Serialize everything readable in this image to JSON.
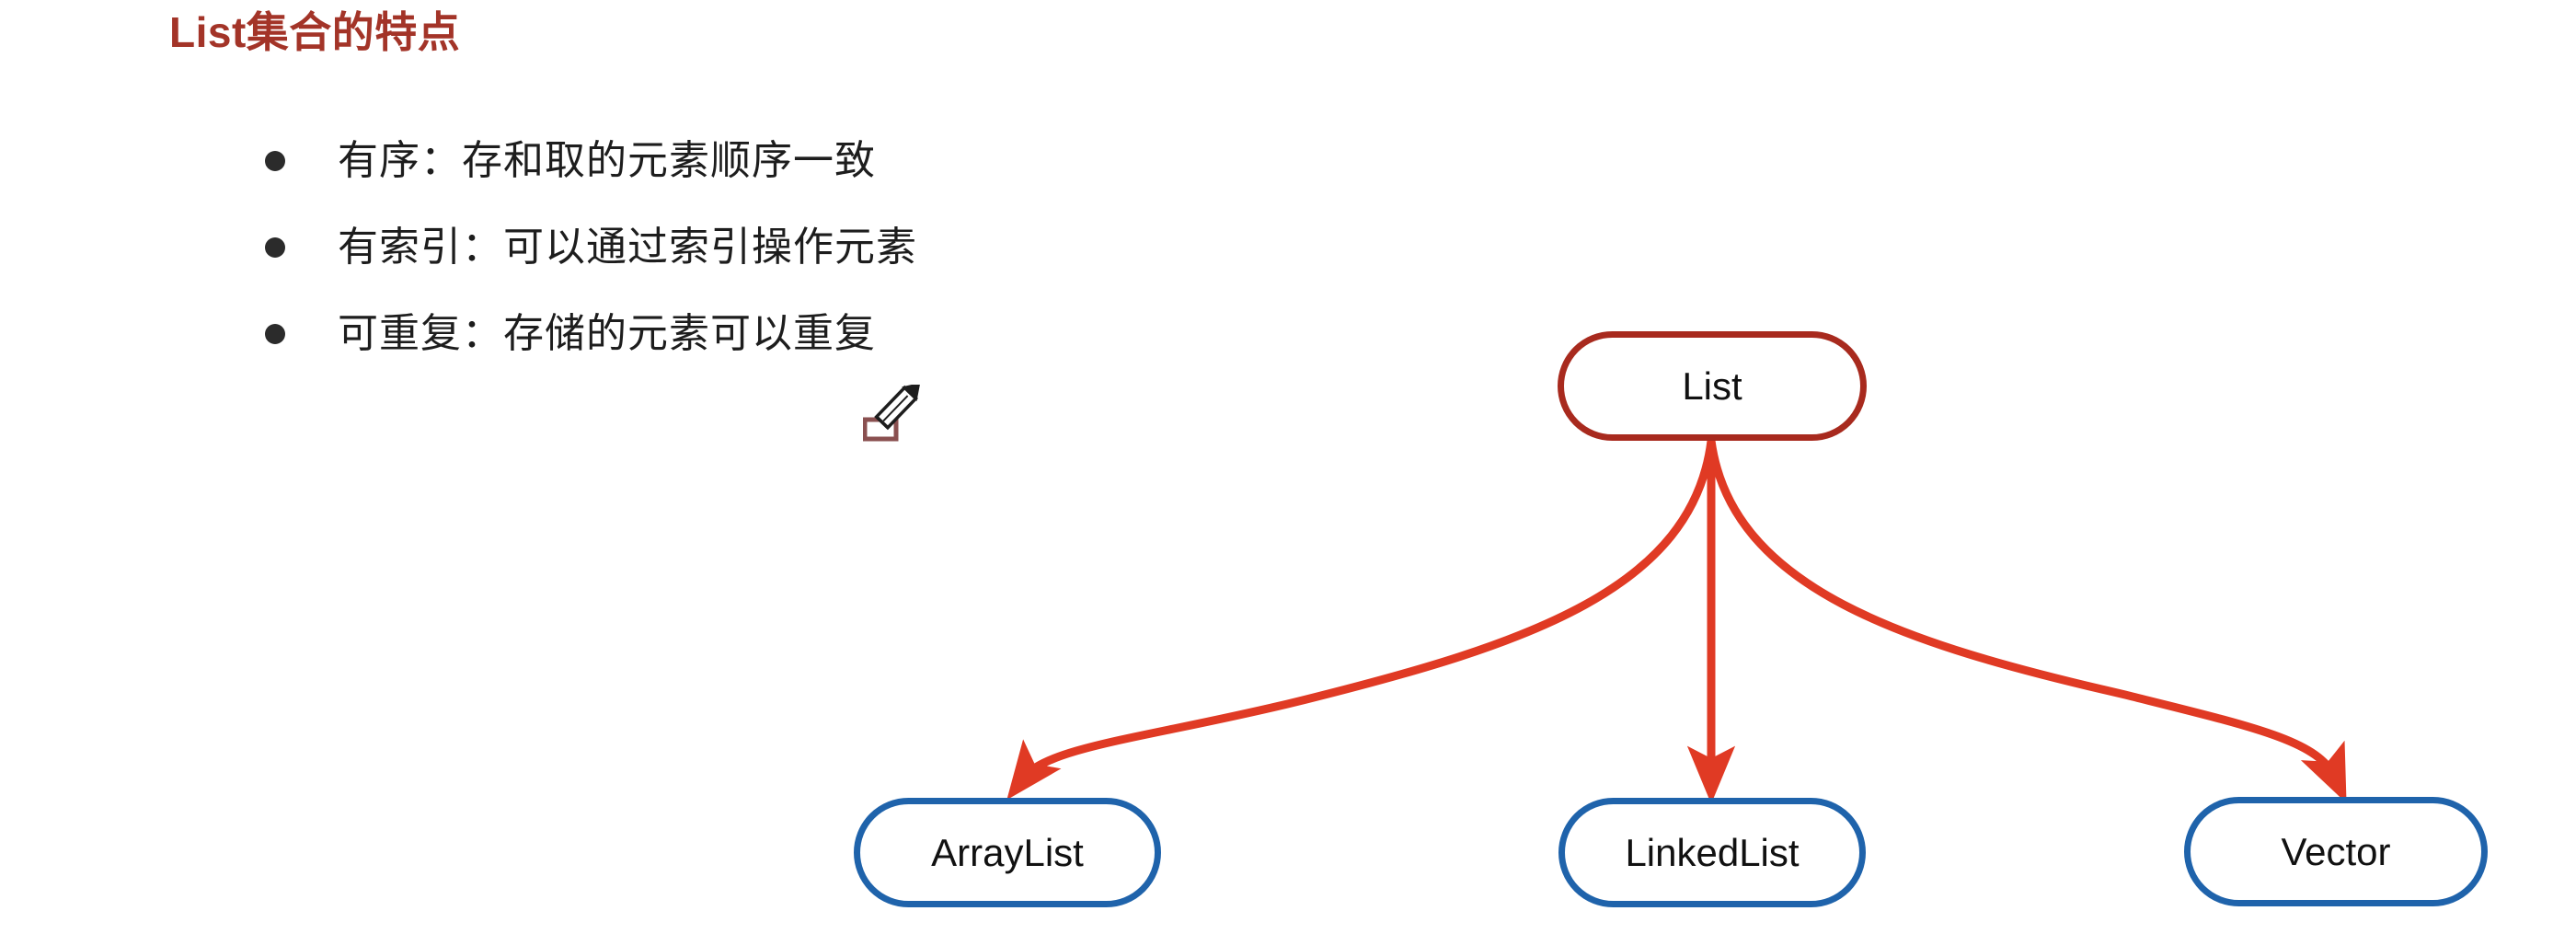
{
  "slide": {
    "title": "List集合的特点",
    "title_color": "#a33428",
    "background_color": "#ffffff"
  },
  "bullets": [
    {
      "marker": "bullet-dot",
      "text": "有序：存和取的元素顺序一致"
    },
    {
      "marker": "bullet-dot",
      "text": "有索引：可以通过索引操作元素"
    },
    {
      "marker": "bullet-dot",
      "text": "可重复：存储的元素可以重复"
    }
  ],
  "diagram": {
    "type": "hierarchy",
    "root_border_color": "#a82a1e",
    "child_border_color": "#1f63ab",
    "edge_color": "#e03a24",
    "nodes": [
      {
        "id": "list",
        "label": "List",
        "role": "root"
      },
      {
        "id": "arraylist",
        "label": "ArrayList",
        "role": "child"
      },
      {
        "id": "linkedlist",
        "label": "LinkedList",
        "role": "child"
      },
      {
        "id": "vector",
        "label": "Vector",
        "role": "child"
      }
    ],
    "edges": [
      {
        "from": "list",
        "to": "arraylist",
        "style": "curved-arrow"
      },
      {
        "from": "list",
        "to": "linkedlist",
        "style": "straight-arrow"
      },
      {
        "from": "list",
        "to": "vector",
        "style": "curved-arrow"
      }
    ]
  },
  "cursor": {
    "icon": "pencil-cursor-icon",
    "color": "#1d1d1d",
    "accent_color": "#8a5050"
  }
}
